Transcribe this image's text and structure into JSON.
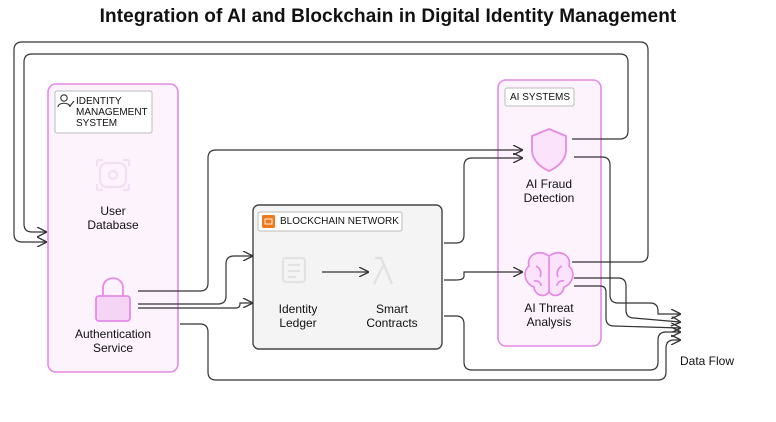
{
  "title": "Integration of AI and Blockchain in Digital Identity Management",
  "groups": {
    "identity": {
      "label": "IDENTITY MANAGEMENT SYSTEM",
      "label_lines": [
        "IDENTITY",
        "MANAGEMENT",
        "SYSTEM"
      ],
      "icon": "user-check-icon",
      "color": "#e58ae6"
    },
    "blockchain": {
      "label": "BLOCKCHAIN NETWORK",
      "icon": "blockchain-icon",
      "color": "#555555"
    },
    "ai": {
      "label": "AI SYSTEMS",
      "color": "#e58ae6"
    }
  },
  "nodes": {
    "user_database": {
      "label": "User Database",
      "lines": [
        "User",
        "Database"
      ],
      "icon": "database-icon"
    },
    "authentication_service": {
      "label": "Authentication Service",
      "lines": [
        "Authentication",
        "Service"
      ],
      "icon": "lock-icon"
    },
    "identity_ledger": {
      "label": "Identity Ledger",
      "lines": [
        "Identity",
        "Ledger"
      ],
      "icon": "ledger-icon"
    },
    "smart_contracts": {
      "label": "Smart Contracts",
      "lines": [
        "Smart",
        "Contracts"
      ],
      "icon": "lambda-icon"
    },
    "ai_fraud_detection": {
      "label": "AI Fraud Detection",
      "lines": [
        "AI Fraud",
        "Detection"
      ],
      "icon": "shield-icon"
    },
    "ai_threat_analysis": {
      "label": "AI Threat Analysis",
      "lines": [
        "AI Threat",
        "Analysis"
      ],
      "icon": "brain-icon"
    }
  },
  "external": {
    "data_flow": "Data Flow"
  },
  "colors": {
    "accent": "#e58ae6",
    "accent_fill": "#fbe9fb",
    "line": "#333333",
    "blockchain_badge": "#f07a1a"
  }
}
